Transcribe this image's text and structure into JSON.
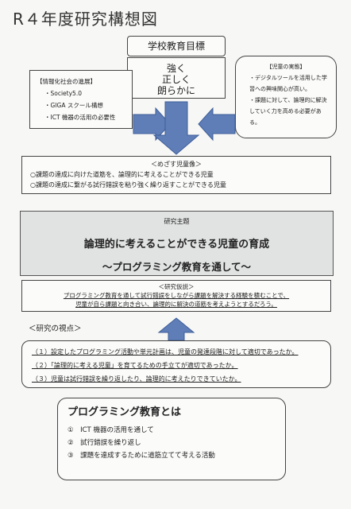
{
  "title": "R４年度研究構想図",
  "school_goal": {
    "label": "学校教育目標",
    "lines": [
      "強く",
      "正しく",
      "朗らかに"
    ]
  },
  "society": {
    "heading": "【情報化社会の進展】",
    "items": [
      "Society5.0",
      "GIGA スクール構想",
      "ICT 機器の活用の必要性"
    ]
  },
  "children": {
    "heading": "【児童の実態】",
    "items": [
      "デジタルツールを活用した学習への興味関心が高い。",
      "課題に対して、論理的に解決していく力を高める必要がある。"
    ]
  },
  "goal": {
    "heading": "＜めざす児童像＞",
    "lines": [
      "○課題の達成に向けた道筋を、論理的に考えることができる児童",
      "○課題の達成に繋がる試行錯誤を粘り強く繰り返すことができる児童"
    ]
  },
  "theme": {
    "label": "研究主題",
    "main": "論理的に考えることができる児童の育成",
    "sub": "～プログラミング教育を通して～"
  },
  "hypothesis": {
    "heading": "＜研究仮説＞",
    "lines": [
      "プログラミング教育を通して試行錯誤をしながら課題を解決する経験を積むことで、",
      "児童が自ら課題と向き合い、論理的に解決の道筋を考えようとするだろう。"
    ]
  },
  "viewpoints": {
    "label": "＜研究の視点＞",
    "items": [
      "（１）設定したプログラミング活動や単元計画は、児童の発達段階に対して適切であったか。",
      "（２）「論理的に考える児童」を育てるための手立てが適切であったか。",
      "（３）児童は試行錯誤を繰り返したり、論理的に考えたりできていたか。"
    ]
  },
  "programming": {
    "heading": "プログラミング教育とは",
    "items": [
      "①　ICT 機器の活用を通して",
      "②　試行錯誤を繰り返し",
      "③　課題を達成するために道筋立てて考える活動"
    ]
  }
}
